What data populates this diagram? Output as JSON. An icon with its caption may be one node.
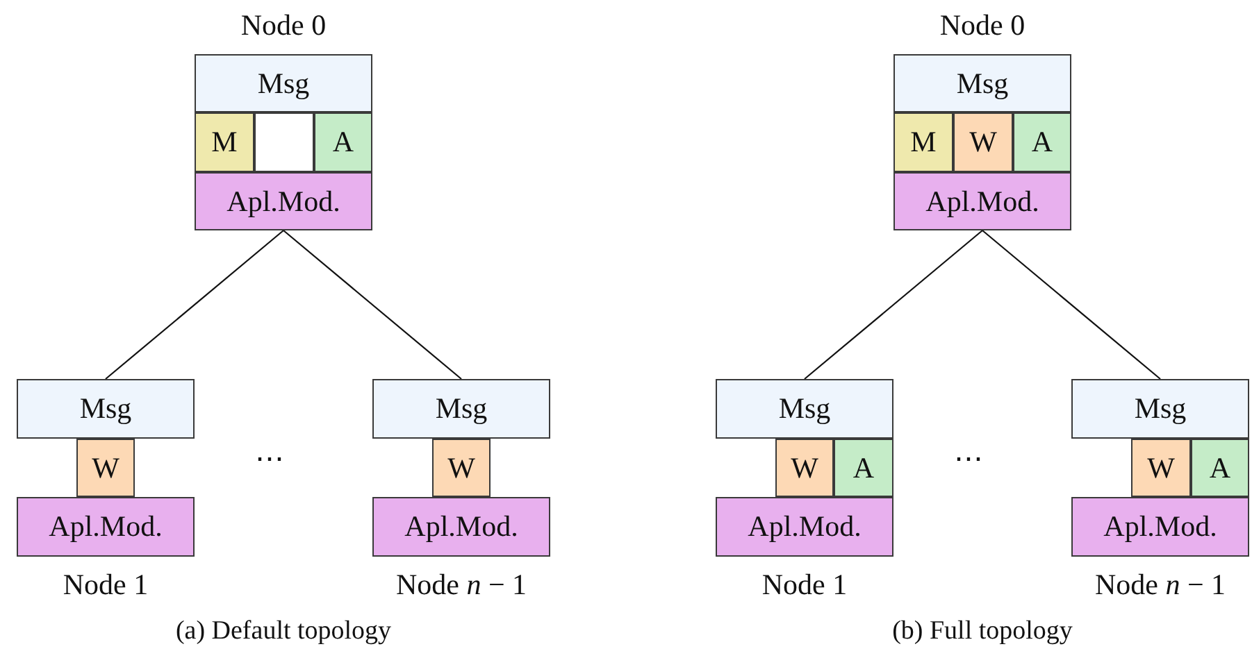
{
  "diagram": {
    "nodes": [
      {
        "text": [
          "Msg"
        ],
        "beside": [
          "Node 0"
        ]
      },
      {
        "text": [
          "M"
        ]
      },
      {
        "text": [],
        "shape": "box"
      },
      {
        "text": [
          "A"
        ]
      },
      {
        "text": [
          "Apl.Mod."
        ]
      },
      {
        "text": [
          "Msg"
        ]
      },
      {
        "text": [
          "W"
        ]
      },
      {
        "text": [
          "Apl.Mod."
        ],
        "beside": [
          "Node 1"
        ]
      },
      {
        "text": [
          "Msg"
        ]
      },
      {
        "text": [
          "W"
        ]
      },
      {
        "text": [
          "Apl.Mod."
        ],
        "beside": [
          "Node *n* − 1"
        ]
      },
      {
        "text": [
          "Msg"
        ],
        "beside": [
          "Node 0"
        ]
      },
      {
        "text": [
          "M"
        ]
      },
      {
        "text": [
          "W"
        ]
      },
      {
        "text": [
          "A"
        ]
      },
      {
        "text": [
          "Apl.Mod."
        ]
      },
      {
        "text": [
          "Msg"
        ]
      },
      {
        "text": [
          "W"
        ]
      },
      {
        "text": [
          "A"
        ]
      },
      {
        "text": [
          "Apl.Mod."
        ],
        "beside": [
          "Node 1"
        ]
      },
      {
        "text": [
          "Msg"
        ]
      },
      {
        "text": [
          "W"
        ]
      },
      {
        "text": [
          "A"
        ]
      },
      {
        "text": [
          "Apl.Mod."
        ],
        "beside": [
          "Node *n* − 1"
        ]
      }
    ],
    "edges": [
      {
        "from": 4,
        "to": 5,
        "arrow": "none"
      },
      {
        "from": 4,
        "to": 8,
        "arrow": "none"
      },
      {
        "from": 15,
        "to": 16,
        "arrow": "none"
      },
      {
        "from": 15,
        "to": 20,
        "arrow": "none"
      }
    ],
    "labels": [
      "⋯",
      "(a) Default topology",
      "⋯",
      "(b) Full topology"
    ]
  }
}
